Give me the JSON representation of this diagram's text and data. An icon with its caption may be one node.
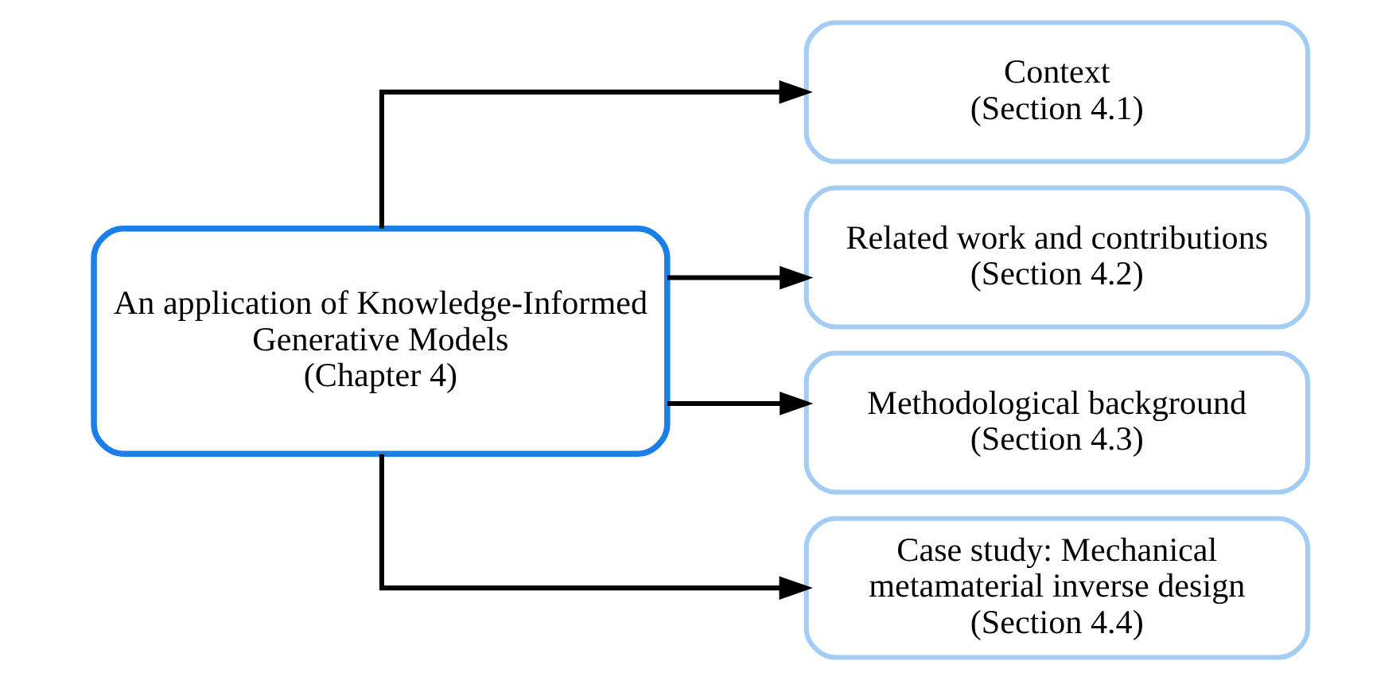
{
  "diagram": {
    "nodes": [
      {
        "text": [
          "An application of Knowledge-Informed Generative Models",
          "(Chapter 4)"
        ]
      },
      {
        "text": [
          "Context",
          "(Section 4.1)"
        ]
      },
      {
        "text": [
          "Related work and contributions",
          "(Section 4.2)"
        ]
      },
      {
        "text": [
          "Methodological background",
          "(Section 4.3)"
        ]
      },
      {
        "text": [
          "Case study: Mechanical metamaterial inverse design",
          "(Section 4.4)"
        ]
      }
    ],
    "edges": [
      {
        "from": 0,
        "to": 1,
        "arrow": "to"
      },
      {
        "from": 0,
        "to": 2,
        "arrow": "to"
      },
      {
        "from": 0,
        "to": 3,
        "arrow": "to"
      },
      {
        "from": 0,
        "to": 4,
        "arrow": "to"
      }
    ]
  }
}
